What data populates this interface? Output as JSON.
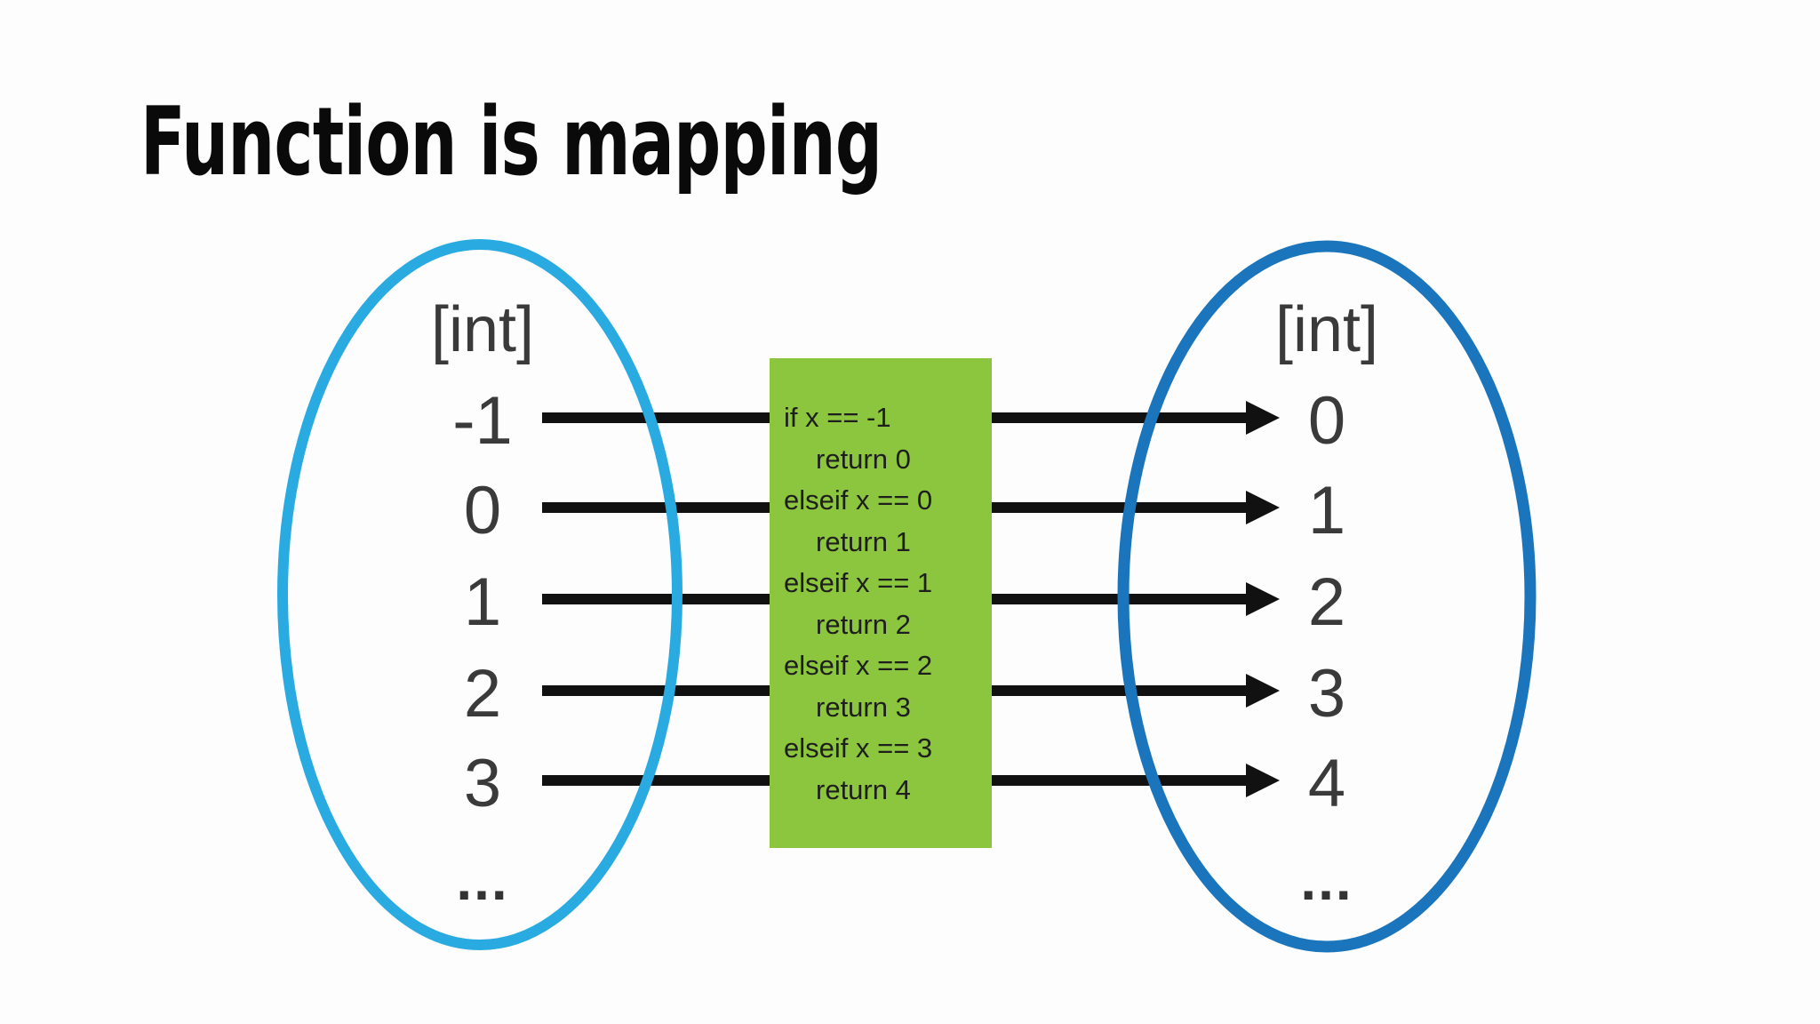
{
  "title": "Function is mapping",
  "colors": {
    "background": "#FDFDFD",
    "domain_ellipse": "#29ABE2",
    "codomain_ellipse": "#1B75BC",
    "arrow": "#111111",
    "function_box": "#8CC63E",
    "label_text": "#3A3A3A",
    "code_text": "#1E1E1E",
    "title_text": "#0A0A0A"
  },
  "domain_set": {
    "type_label": "[int]",
    "items": [
      "-1",
      "0",
      "1",
      "2",
      "3"
    ],
    "ellipsis": "..."
  },
  "codomain_set": {
    "type_label": "[int]",
    "items": [
      "0",
      "1",
      "2",
      "3",
      "4"
    ],
    "ellipsis": "..."
  },
  "function_box": {
    "lines": [
      "if x == -1",
      "return 0",
      "elseif x == 0",
      "return 1",
      "elseif x == 1",
      "return 2",
      "elseif x == 2",
      "return 3",
      "elseif x == 3",
      "return 4"
    ]
  },
  "mappings": [
    {
      "from": "-1",
      "to": "0"
    },
    {
      "from": "0",
      "to": "1"
    },
    {
      "from": "1",
      "to": "2"
    },
    {
      "from": "2",
      "to": "3"
    },
    {
      "from": "3",
      "to": "4"
    }
  ]
}
